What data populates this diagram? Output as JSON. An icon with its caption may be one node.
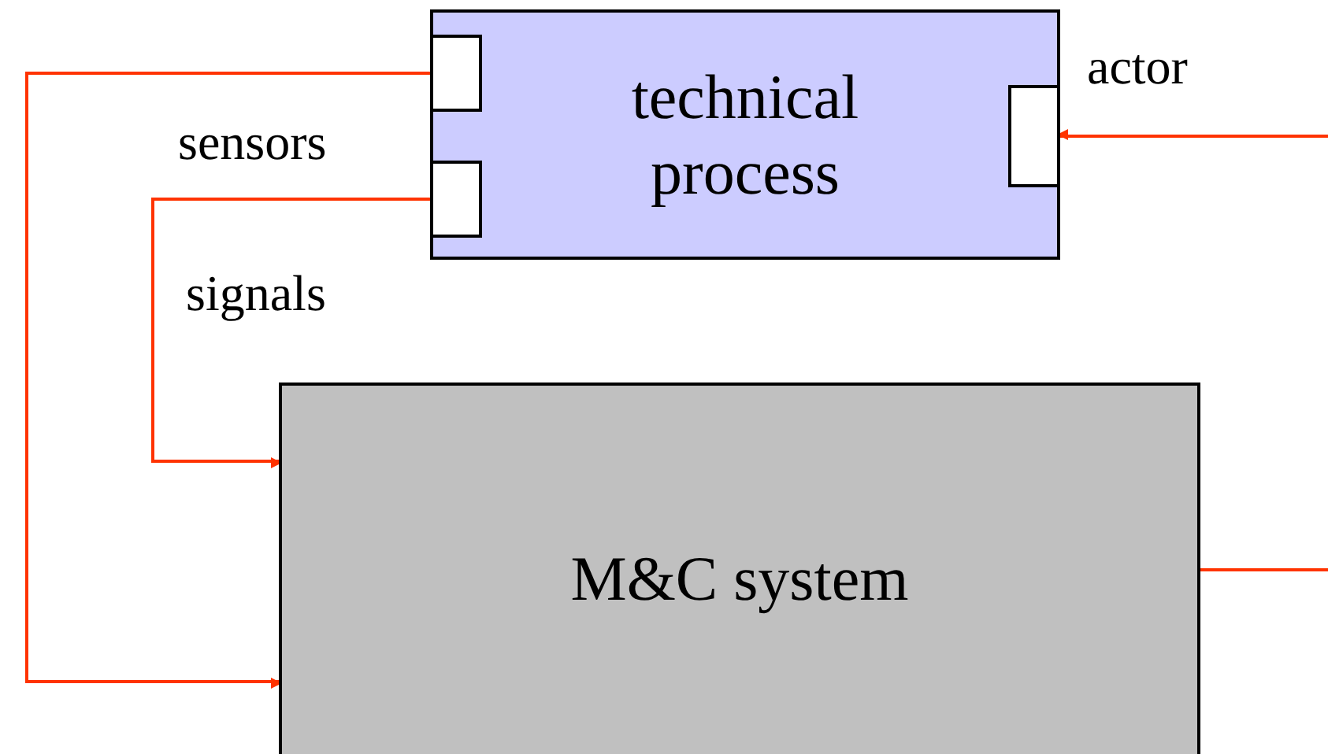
{
  "diagram": {
    "nodes": [
      {
        "text": [
          "technical process"
        ]
      },
      {
        "text": [],
        "shape": "box",
        "in": 0
      },
      {
        "text": [],
        "shape": "box",
        "in": 0
      },
      {
        "text": [],
        "shape": "box",
        "in": 0
      },
      {
        "text": [
          "M&C system"
        ]
      }
    ],
    "edges": [
      {
        "from": 1,
        "to": 4,
        "arrow": "to"
      },
      {
        "from": 2,
        "to": 4,
        "arrow": "to"
      },
      {
        "from": null,
        "to": 3,
        "arrow": "to"
      },
      {
        "from": 4,
        "to": null,
        "arrow": "none"
      }
    ],
    "labels": [
      "actor",
      "sensors",
      "signals"
    ]
  }
}
